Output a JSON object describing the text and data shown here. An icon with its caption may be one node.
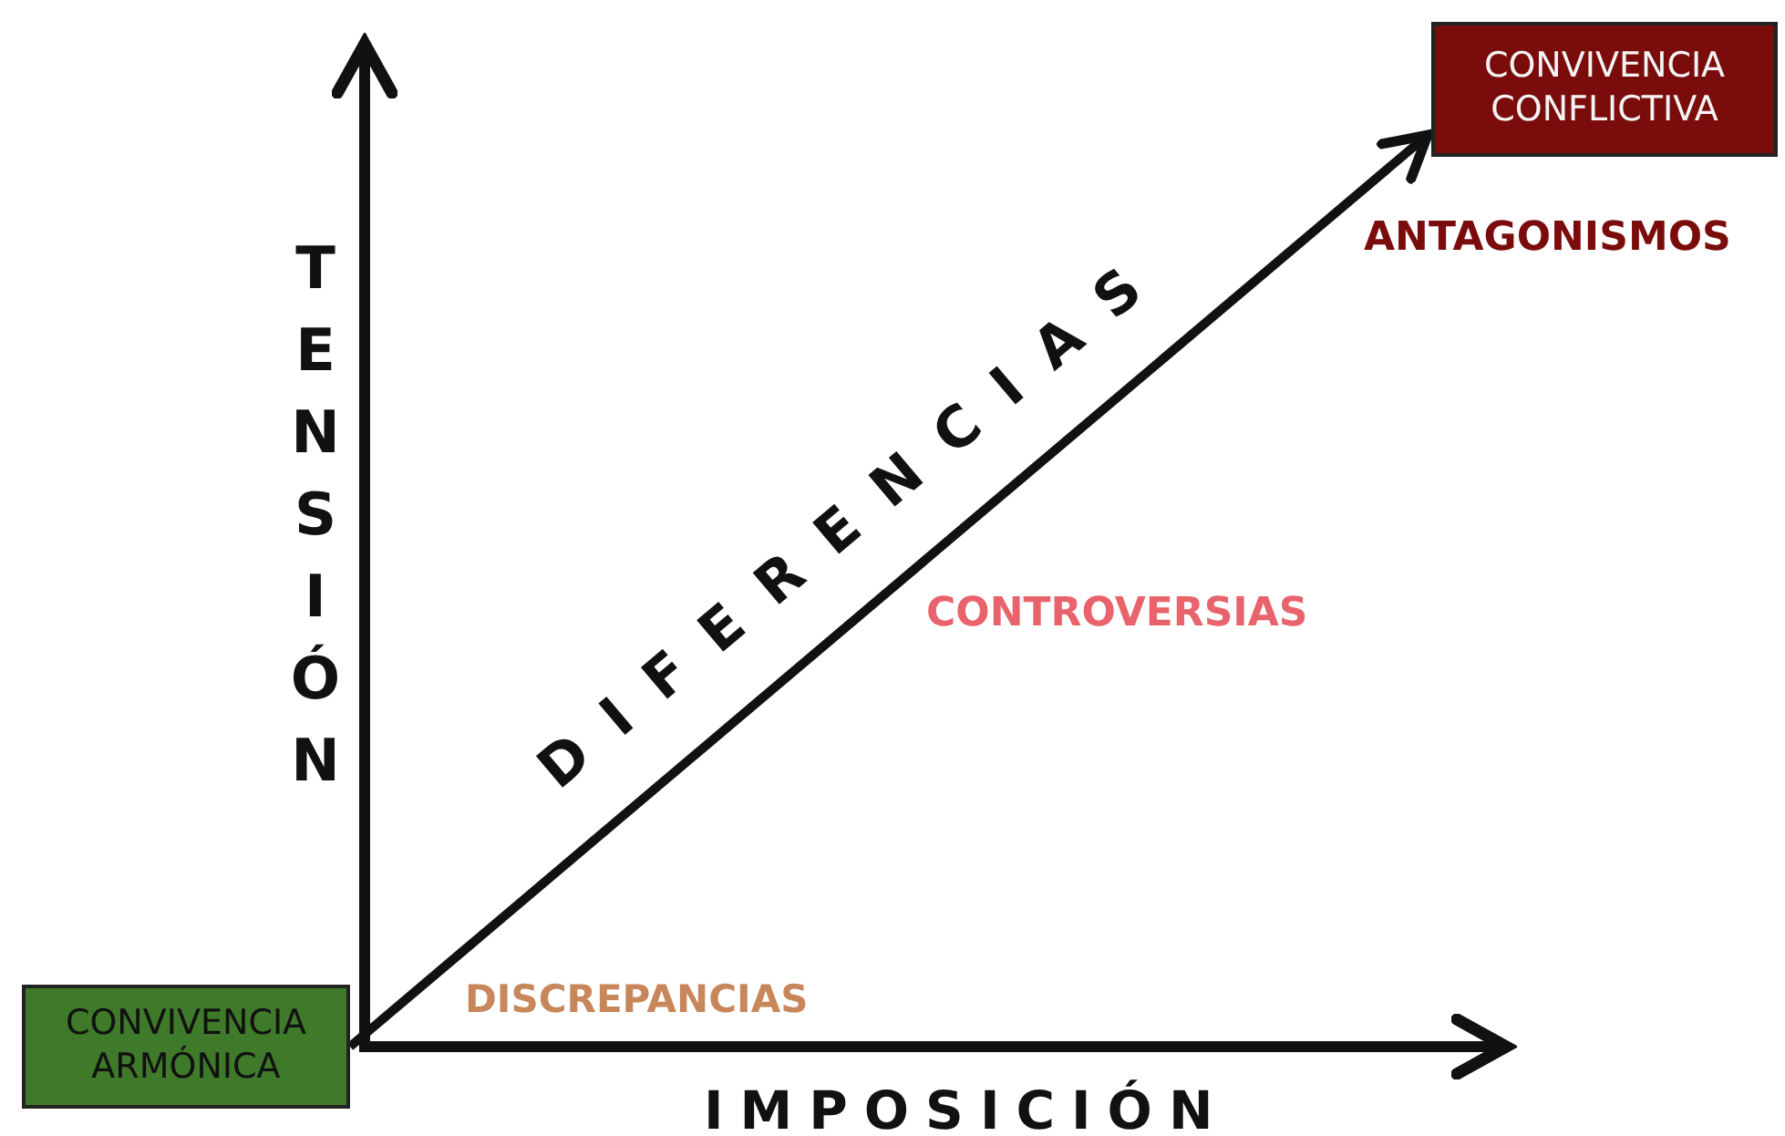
{
  "diagram": {
    "nodes": [
      {
        "text": [
          "CONVIVENCIA ARMÓNICA"
        ]
      },
      {
        "text": [
          "CONVIVENCIA CONFLICTIVA"
        ]
      }
    ],
    "edges": [
      {
        "from": 0,
        "to": 1,
        "arrow": "to",
        "label": "DIFERENCIAS"
      }
    ],
    "labels": [
      "TENSIÓN",
      "ANTAGONISMOS",
      "CONTROVERSIAS",
      "DISCREPANCIAS",
      "IMPOSICIÓN"
    ]
  }
}
